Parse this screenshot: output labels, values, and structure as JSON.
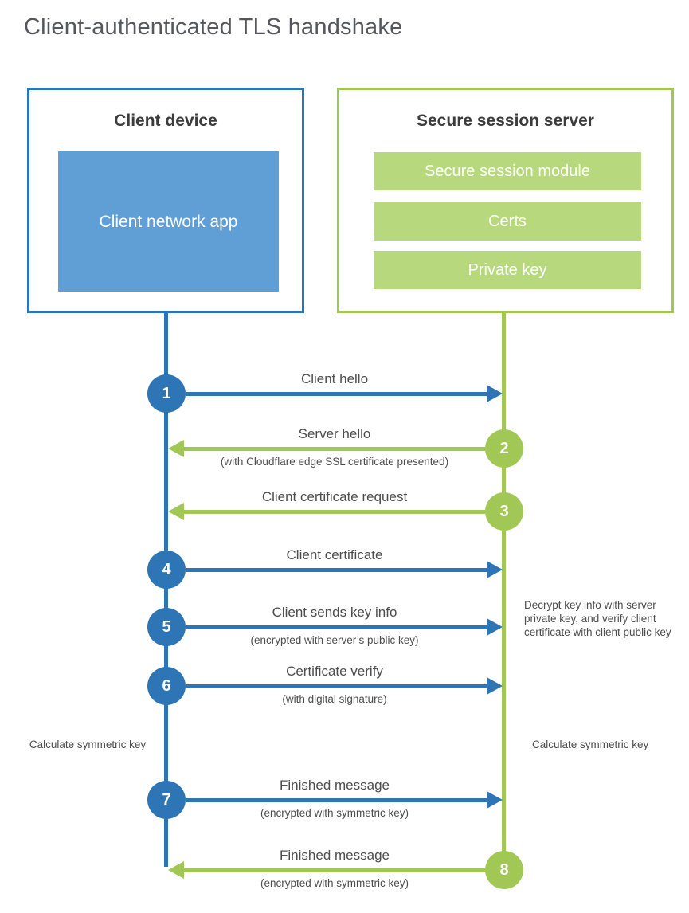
{
  "title": "Client-authenticated TLS handshake",
  "colors": {
    "blue": "#2e75b6",
    "blue_fill": "#5f9fd6",
    "green": "#a1c855",
    "green_fill": "#b8d87d",
    "text": "#4d4d4d",
    "heading": "#3c3c3c",
    "title": "#55575c"
  },
  "client": {
    "title": "Client device",
    "app_label": "Client network app"
  },
  "server": {
    "title": "Secure session server",
    "modules": [
      {
        "label": "Secure session module"
      },
      {
        "label": "Certs"
      },
      {
        "label": "Private key"
      }
    ]
  },
  "messages": [
    {
      "num": "1",
      "direction": "client-to-server",
      "label": "Client hello",
      "sub": ""
    },
    {
      "num": "2",
      "direction": "server-to-client",
      "label": "Server hello",
      "sub": "(with Cloudflare edge SSL certificate presented)"
    },
    {
      "num": "3",
      "direction": "server-to-client",
      "label": "Client certificate request",
      "sub": ""
    },
    {
      "num": "4",
      "direction": "client-to-server",
      "label": "Client certificate",
      "sub": ""
    },
    {
      "num": "5",
      "direction": "client-to-server",
      "label": "Client sends key info",
      "sub": "(encrypted with server’s public key)"
    },
    {
      "num": "6",
      "direction": "client-to-server",
      "label": "Certificate verify",
      "sub": "(with digital signature)"
    },
    {
      "num": "7",
      "direction": "client-to-server",
      "label": "Finished message",
      "sub": "(encrypted with symmetric key)"
    },
    {
      "num": "8",
      "direction": "server-to-client",
      "label": "Finished message",
      "sub": "(encrypted with symmetric key)"
    }
  ],
  "notes": {
    "decrypt": "Decrypt key info with server private key, and verify client certificate with client public key",
    "calc_left": "Calculate symmetric key",
    "calc_right": "Calculate symmetric key"
  }
}
